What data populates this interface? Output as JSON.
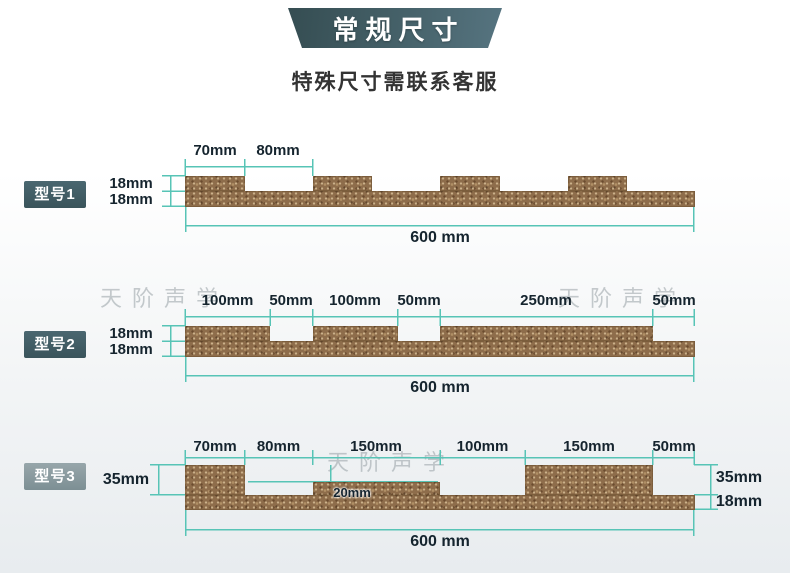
{
  "banner": {
    "title": "常规尺寸"
  },
  "subtitle": "特殊尺寸需联系客服",
  "watermark": "天阶声学",
  "colors": {
    "accent_teal": "#57c4b6",
    "panel_brown": "#8e6d4b",
    "badge_dark": "#3f5a61",
    "badge_light": "#8a999e",
    "banner_dark": "#3c565c",
    "dim_text": "#15242e"
  },
  "models": [
    {
      "label": "型号1",
      "top_dims": [
        "70mm",
        "80mm"
      ],
      "left_dims": [
        "18mm",
        "18mm"
      ],
      "bottom_dim": "600 mm"
    },
    {
      "label": "型号2",
      "top_dims": [
        "100mm",
        "50mm",
        "100mm",
        "50mm",
        "250mm",
        "50mm"
      ],
      "left_dims": [
        "18mm",
        "18mm"
      ],
      "bottom_dim": "600 mm"
    },
    {
      "label": "型号3",
      "top_dims": [
        "70mm",
        "80mm",
        "150mm",
        "100mm",
        "150mm",
        "50mm"
      ],
      "left_dims": [
        "35mm"
      ],
      "depth_dim": "20mm",
      "right_dims": [
        "35mm",
        "18mm"
      ],
      "bottom_dim": "600 mm"
    }
  ]
}
